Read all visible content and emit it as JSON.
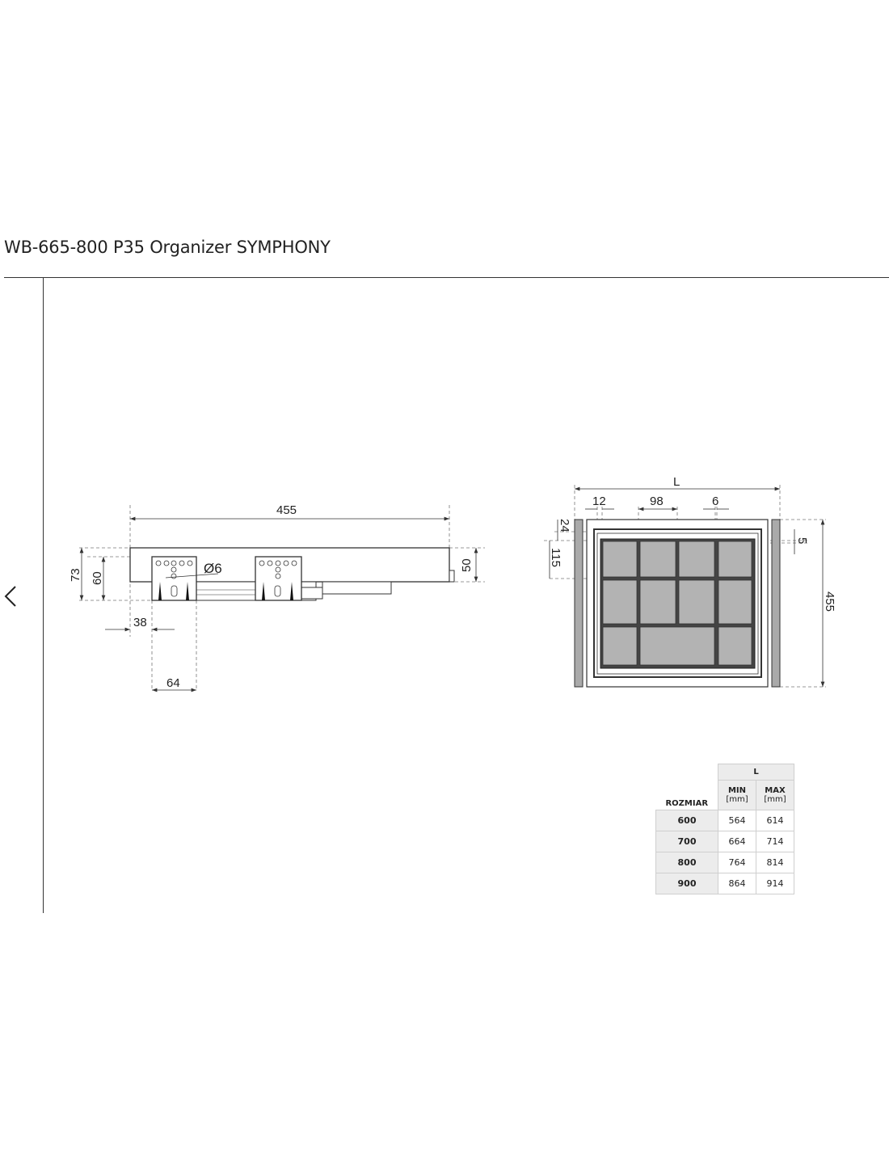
{
  "title": "WB-665-800 P35 Organizer SYMPHONY",
  "nav": {
    "prev_icon": "chevron-left-icon"
  },
  "side_view": {
    "length": "455",
    "height_total": "73",
    "height_bracket": "60",
    "height_body": "50",
    "hole_diameter": "Ø6",
    "offset_front": "38",
    "bracket_width": "64"
  },
  "top_view": {
    "width_label": "L",
    "edge": "12",
    "cell_width": "98",
    "divider": "6",
    "top_offset": "24",
    "cell_depth": "115",
    "wall": "5",
    "depth": "455"
  },
  "spec_table": {
    "group_header": "L",
    "size_header": "ROZMIAR",
    "min_header": "MIN",
    "max_header": "MAX",
    "unit": "[mm]",
    "rows": [
      {
        "size": "600",
        "min": "564",
        "max": "614"
      },
      {
        "size": "700",
        "min": "664",
        "max": "714"
      },
      {
        "size": "800",
        "min": "764",
        "max": "814"
      },
      {
        "size": "900",
        "min": "864",
        "max": "914"
      }
    ]
  }
}
